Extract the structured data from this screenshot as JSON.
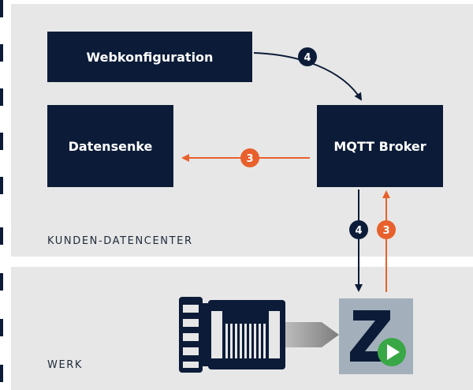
{
  "zones": {
    "datacenter_label": "KUNDEN-DATENCENTER",
    "plant_label": "WERK"
  },
  "nodes": {
    "web_config": "Webkonfiguration",
    "data_sink": "Datensenke",
    "mqtt_broker": "MQTT Broker"
  },
  "badges": {
    "web_to_broker": "4",
    "broker_to_sink": "3",
    "broker_to_device": "4",
    "device_to_broker": "3"
  },
  "colors": {
    "navy": "#0c1c38",
    "orange": "#e8602c",
    "zone_gray": "#e7e7e7",
    "app_tile": "#a3b0bc",
    "play_green": "#3aa746"
  },
  "icons": {
    "camera": "industrial-camera-icon",
    "app": "z-app-play-icon"
  }
}
